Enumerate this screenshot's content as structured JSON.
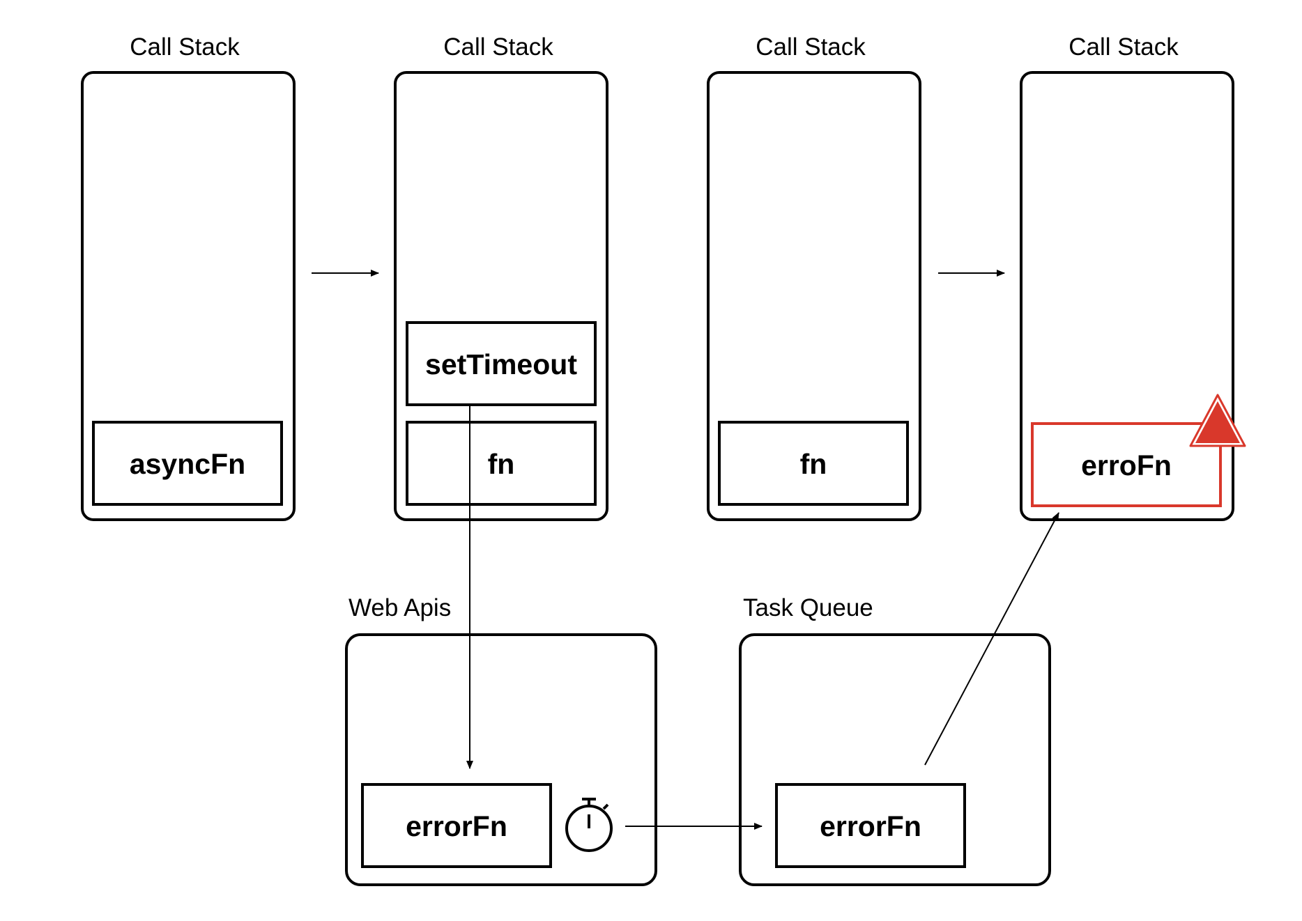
{
  "stacks": [
    {
      "label": "Call Stack",
      "frames": [
        "asyncFn"
      ]
    },
    {
      "label": "Call Stack",
      "frames": [
        "setTimeout",
        "fn"
      ]
    },
    {
      "label": "Call Stack",
      "frames": [
        "fn"
      ]
    },
    {
      "label": "Call Stack",
      "frames": [
        "erroFn"
      ]
    }
  ],
  "web_apis": {
    "label": "Web Apis",
    "item": "errorFn",
    "icon": "stopwatch-icon"
  },
  "task_queue": {
    "label": "Task Queue",
    "item": "errorFn"
  },
  "colors": {
    "error": "#d9382b",
    "stroke": "#000000"
  },
  "error_icon": "warning-triangle-icon"
}
